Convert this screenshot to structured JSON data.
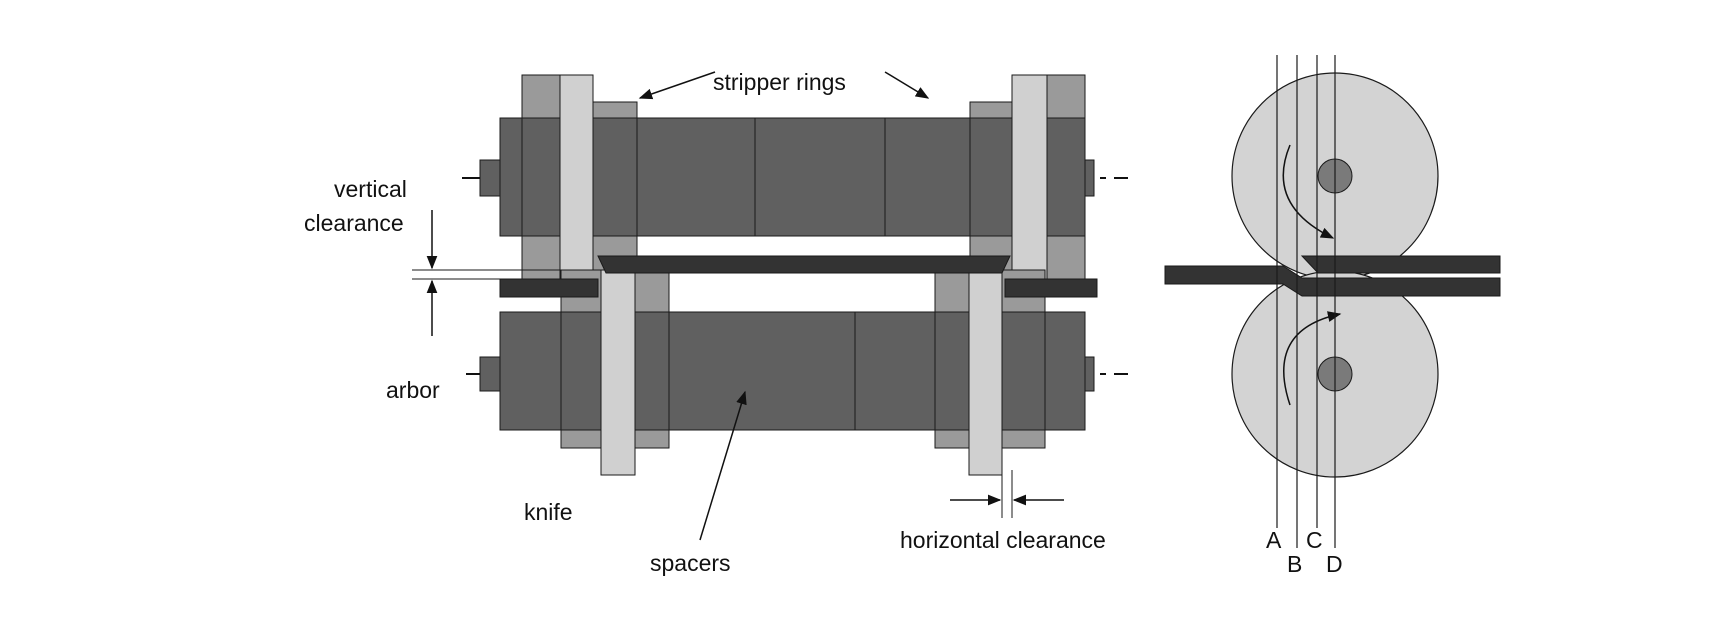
{
  "labels": {
    "stripper_rings": "stripper rings",
    "vertical_clearance_line1": "vertical",
    "vertical_clearance_line2": "clearance",
    "arbor": "arbor",
    "knife": "knife",
    "spacers": "spacers",
    "horizontal_clearance": "horizontal clearance"
  },
  "section_lines": [
    "A",
    "B",
    "C",
    "D"
  ],
  "colors": {
    "arbor_dark": "#606060",
    "knife_light": "#d0d0d0",
    "stripper_mid": "#9a9a9a",
    "strip": "#333333",
    "roll_fill": "#d3d3d3",
    "outline": "#1a1a1a"
  }
}
